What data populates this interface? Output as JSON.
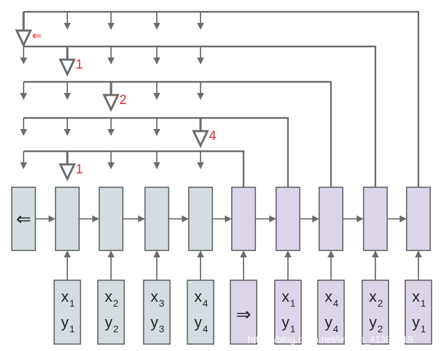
{
  "encoder_start_symbol": "⇐",
  "decoder_start_symbol": "⇒",
  "pointer_rows": [
    {
      "label": "⇐",
      "kind": "symbol"
    },
    {
      "label": "1",
      "kind": "number"
    },
    {
      "label": "2",
      "kind": "number"
    },
    {
      "label": "4",
      "kind": "number"
    },
    {
      "label": "1",
      "kind": "number"
    }
  ],
  "encoder_inputs": [
    {
      "x": "x",
      "x_sub": "1",
      "y": "y",
      "y_sub": "1"
    },
    {
      "x": "x",
      "x_sub": "2",
      "y": "y",
      "y_sub": "2"
    },
    {
      "x": "x",
      "x_sub": "3",
      "y": "y",
      "y_sub": "3"
    },
    {
      "x": "x",
      "x_sub": "4",
      "y": "y",
      "y_sub": "4"
    }
  ],
  "decoder_inputs": [
    {
      "x": "x",
      "x_sub": "1",
      "y": "y",
      "y_sub": "1"
    },
    {
      "x": "x",
      "x_sub": "4",
      "y": "y",
      "y_sub": "4"
    },
    {
      "x": "x",
      "x_sub": "2",
      "y": "y",
      "y_sub": "2"
    },
    {
      "x": "x",
      "x_sub": "1",
      "y": "y",
      "y_sub": "1"
    }
  ],
  "watermark": "https://blog.csdn.net/weixin_41391619",
  "colors": {
    "encoder_fill": "#d3dde1",
    "decoder_fill": "#dcd5ea",
    "line": "#6b6b6b",
    "pointer_label": "#e8282a"
  }
}
